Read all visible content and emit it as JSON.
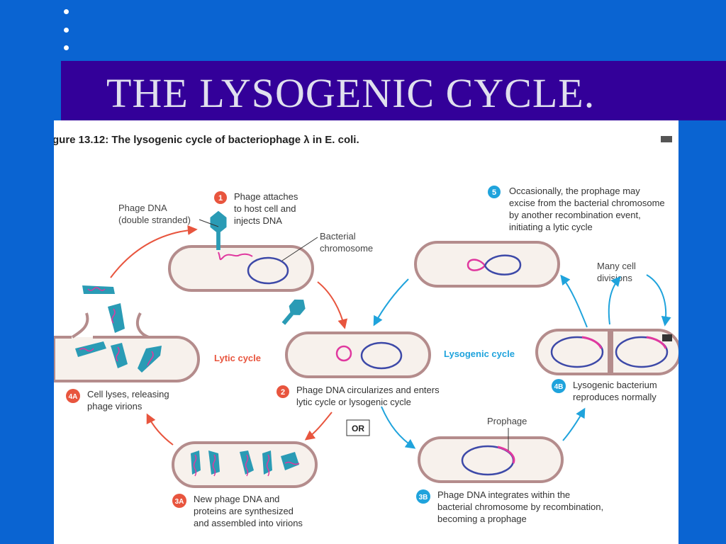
{
  "slide": {
    "title": "THE LYSOGENIC CYCLE."
  },
  "figure": {
    "caption": "gure 13.12:  The lysogenic cycle of bacteriophage λ in E. coli.",
    "cycle_labels": {
      "lytic": "Lytic cycle",
      "lysogenic": "Lysogenic cycle",
      "or": "OR"
    },
    "labels": {
      "phage_dna_1": "Phage DNA",
      "phage_dna_2": "(double stranded)",
      "bact_chrom_1": "Bacterial",
      "bact_chrom_2": "chromosome",
      "prophage": "Prophage",
      "many_divisions_1": "Many cell",
      "many_divisions_2": "divisions"
    },
    "steps": [
      {
        "id": "1",
        "lines": [
          "Phage attaches",
          "to host cell and",
          "injects DNA"
        ]
      },
      {
        "id": "2",
        "lines": [
          "Phage DNA circularizes and enters",
          "lytic cycle or lysogenic cycle"
        ]
      },
      {
        "id": "3A",
        "lines": [
          "New phage DNA and",
          "proteins are synthesized",
          "and assembled into virions"
        ]
      },
      {
        "id": "4A",
        "lines": [
          "Cell lyses, releasing",
          "phage virions"
        ]
      },
      {
        "id": "3B",
        "lines": [
          "Phage DNA integrates within the",
          "bacterial chromosome by recombination,",
          "becoming a prophage"
        ]
      },
      {
        "id": "4B",
        "lines": [
          "Lysogenic bacterium",
          "reproduces normally"
        ]
      },
      {
        "id": "5",
        "lines": [
          "Occasionally, the prophage may",
          "excise from the bacterial chromosome",
          "by another recombination event,",
          "initiating a lytic cycle"
        ]
      }
    ],
    "colors": {
      "lytic": "#e8553e",
      "lysogenic": "#1fa3dc",
      "phage": "#2a9bb5",
      "phage_dna": "#e0389f",
      "chromosome": "#3d49a8",
      "cell_outline": "#b48c8c",
      "cell_fill": "#f7f1ec"
    }
  }
}
